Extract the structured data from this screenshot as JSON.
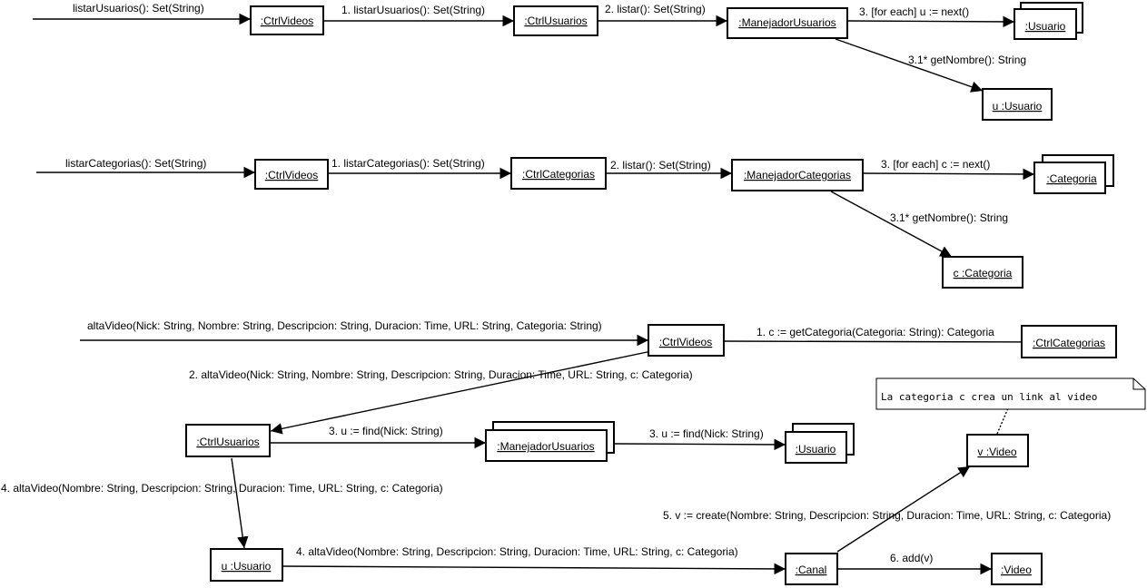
{
  "diagram1": {
    "entry_message": "listarUsuarios(): Set(String)",
    "objects": {
      "ctrl_videos": ":CtrlVideos",
      "ctrl_usuarios": ":CtrlUsuarios",
      "manejador_usuarios": ":ManejadorUsuarios",
      "usuario_multi": ":Usuario",
      "u_usuario": "u :Usuario"
    },
    "messages": {
      "m1": "1. listarUsuarios(): Set(String)",
      "m2": "2. listar(): Set(String)",
      "m3": "3. [for each] u := next()",
      "m31": "3.1* getNombre(): String"
    }
  },
  "diagram2": {
    "entry_message": "listarCategorias(): Set(String)",
    "objects": {
      "ctrl_videos": ":CtrlVideos",
      "ctrl_categorias": ":CtrlCategorias",
      "manejador_categorias": ":ManejadorCategorias",
      "categoria_multi": ":Categoria",
      "c_categoria": "c :Categoria"
    },
    "messages": {
      "m1": "1. listarCategorias(): Set(String)",
      "m2": "2. listar(): Set(String)",
      "m3": "3. [for each] c := next()",
      "m31": "3.1* getNombre(): String"
    }
  },
  "diagram3": {
    "entry_message": "altaVideo(Nick: String, Nombre: String, Descripcion: String, Duracion: Time, URL: String, Categoria: String)",
    "objects": {
      "ctrl_videos": ":CtrlVideos",
      "ctrl_categorias": ":CtrlCategorias",
      "ctrl_usuarios": ":CtrlUsuarios",
      "manejador_usuarios": ":ManejadorUsuarios",
      "usuario_multi": ":Usuario",
      "u_usuario": "u :Usuario",
      "canal": ":Canal",
      "v_video": "v :Video",
      "video": ":Video"
    },
    "messages": {
      "m1": "1. c := getCategoria(Categoria: String): Categoria",
      "m2": "2. altaVideo(Nick: String, Nombre: String, Descripcion: String, Duracion: Time, URL: String, c: Categoria)",
      "m3a": "3. u := find(Nick: String)",
      "m3b": "3. u := find(Nick: String)",
      "m4a": "4. altaVideo(Nombre: String, Descripcion: String, Duracion: Time, URL: String, c: Categoria)",
      "m4b": "4. altaVideo(Nombre: String, Descripcion: String, Duracion: Time, URL: String, c: Categoria)",
      "m5": "5. v := create(Nombre: String, Descripcion: String, Duracion: Time, URL: String, c: Categoria)",
      "m6": "6. add(v)"
    },
    "note": "La categoria c crea un link al video"
  }
}
